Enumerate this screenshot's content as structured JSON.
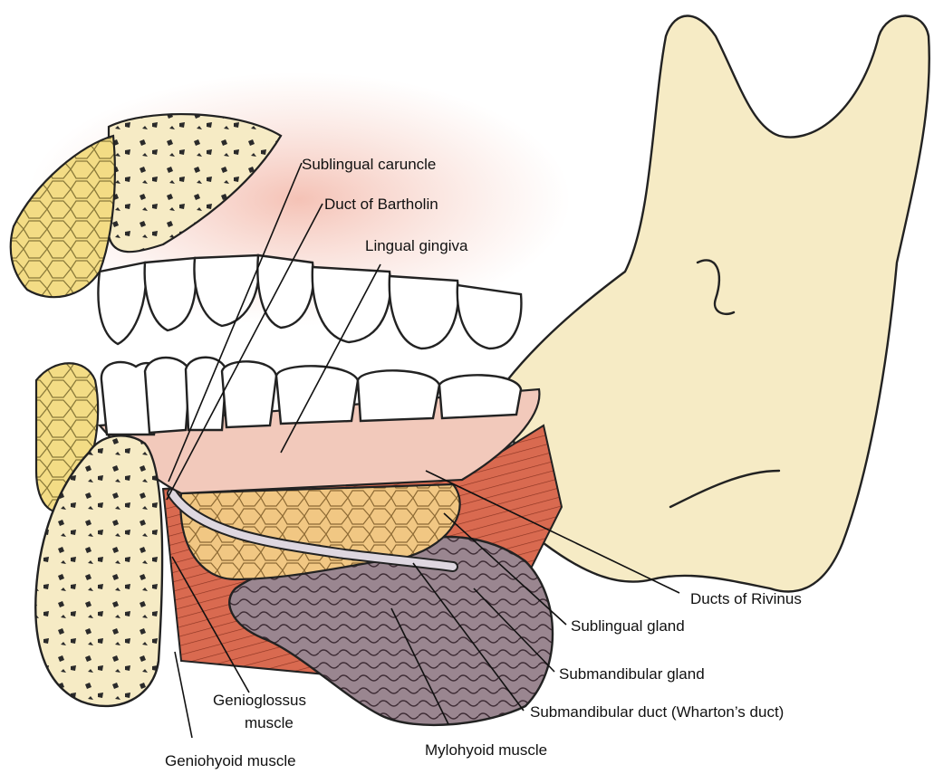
{
  "labels": {
    "sublingual_caruncle": "Sublingual caruncle",
    "duct_of_bartholin": "Duct of Bartholin",
    "lingual_gingiva": "Lingual gingiva",
    "ducts_of_rivinus": "Ducts of Rivinus",
    "sublingual_gland": "Sublingual gland",
    "submandibular_gland": "Submandibular gland",
    "submandibular_duct": "Submandibular duct (Wharton’s duct)",
    "mylohyoid_muscle": "Mylohyoid muscle",
    "genioglossus_line1": "Genioglossus",
    "genioglossus_line2": "muscle",
    "geniohyoid_muscle": "Geniohyoid muscle"
  },
  "colors": {
    "bone": "#f6ebc5",
    "gingiva": "#f2c9bb",
    "gingiva_glow": "#f7cfc4",
    "tooth": "#ffffff",
    "marrow": "#f3df86",
    "sublingual_gland": "#f0c684",
    "submandibular_gland": "#9a8690",
    "muscle": "#d96a50",
    "duct": "#ded7e0",
    "ink": "#222222"
  }
}
